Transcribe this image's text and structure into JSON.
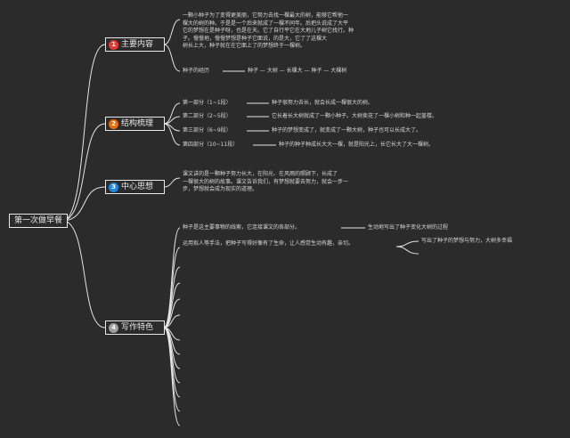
{
  "root": {
    "label": "第一次做早餐"
  },
  "branches": [
    {
      "badge": "1",
      "badge_color": "#e53935",
      "label": "主要内容",
      "paragraph": [
        "一颗小种子为了变得更美丽，它努力去找一棵最大的树，能够它帮他一",
        "棵大的树的种。于是是一个后来就成了一棵不同年。后把头说成了大平",
        "它的梦想在是种子呀，也是在天。它了自行平它在大地儿子树它找行。种",
        "子。慢慢地，慢慢梦想是种子它面说，的是大，它了了这棵大",
        "树长上大，种子就在在它面上了的梦想终于一棵树。"
      ],
      "clue_label": "种子的经历",
      "clue_value": "种子 — 大树 — 长棵大 — 种子 — 大棵树"
    },
    {
      "badge": "2",
      "badge_color": "#ef6c00",
      "label": "结构梳理",
      "parts": [
        {
          "label": "第一部分（1~1段）",
          "summary": "种子很努力去长，就会长成一棵很大的树。"
        },
        {
          "label": "第二部分（2~5段）",
          "summary": "它长着长大树就成了一颗小种子。大树卖花了一棵小树和种一起盖楼。"
        },
        {
          "label": "第三部分（6~9段）",
          "summary": "种子的梦想变成了，就变成了一颗大树，种子也可以长成大了。"
        },
        {
          "label": "第四部分（10~11段）",
          "summary": "种子的种子种成长大大一棵，就是阳光上，长它长大了大一棵树。"
        }
      ]
    },
    {
      "badge": "3",
      "badge_color": "#1e88e5",
      "label": "中心思想",
      "paragraph": [
        "课文讲的是一颗种子努力长大，在阳光、在风雨的照顾下，长成了",
        "一棵很大的树的故事。课文告诉我们，有梦想就要去努力，就会一步一",
        "步，梦想就会成为现实的道理。"
      ]
    },
    {
      "badge": "4",
      "badge_color": "#9e9e9e",
      "label": "写作特色",
      "items": [
        {
          "text": "种子是这主要事物的线索，它连接课文的各部分。",
          "note": "生动地写出了种子变化大树的过程"
        },
        {
          "text": "运用拟人等手法，把种子写得好像有了生命，让人感觉生动有趣，亲切。",
          "note": "写出了种子的梦想与努力，大树多幸福"
        }
      ]
    }
  ]
}
